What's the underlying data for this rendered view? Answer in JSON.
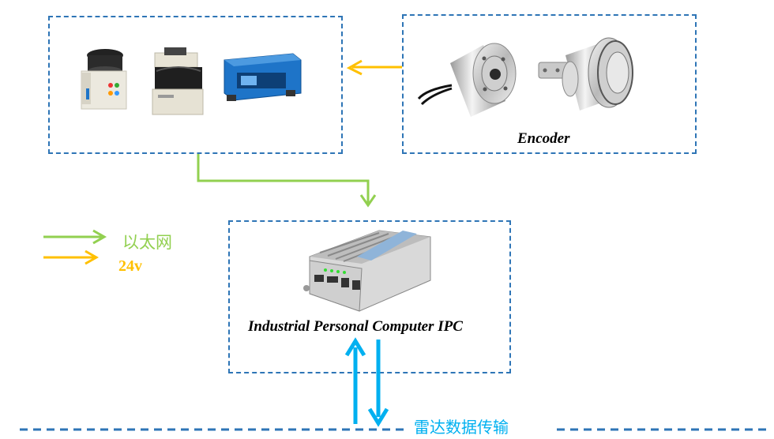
{
  "colors": {
    "ethernet": "#92d050",
    "power": "#ffc000",
    "radar": "#00b0f0",
    "box_border": "#2e75b6",
    "device_blue": "#1e74c8"
  },
  "encoder": {
    "label": "Encoder"
  },
  "ipc": {
    "label": "Industrial Personal Computer IPC"
  },
  "legend": {
    "ethernet_label": "以太网",
    "power_label": "24v"
  },
  "radar": {
    "label": "雷达数据传输"
  },
  "icons": {
    "sensors": [
      "laser-scanner-icon",
      "safety-scanner-icon",
      "blue-lidar-sensor-icon"
    ],
    "encoders": [
      "rotary-encoder-icon",
      "measuring-wheel-encoder-icon"
    ],
    "ipc": "industrial-pc-icon"
  }
}
